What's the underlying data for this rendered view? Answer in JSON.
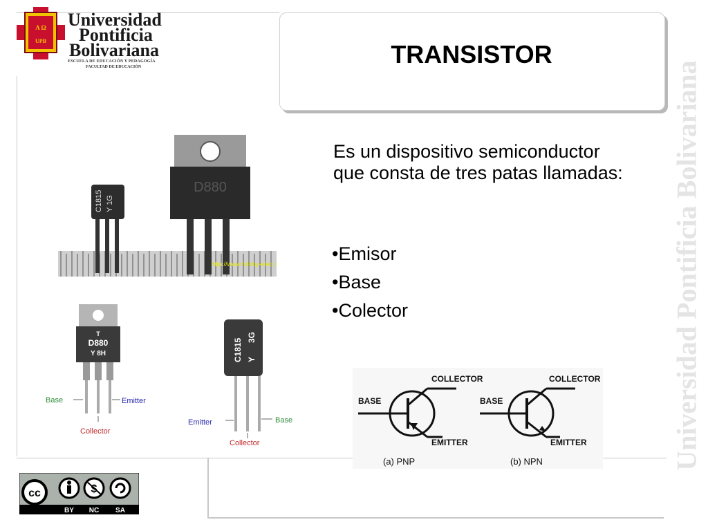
{
  "logo": {
    "line1": "Universidad",
    "line2": "Pontificia",
    "line3": "Bolivariana",
    "sub1": "ESCUELA DE EDUCACIÓN Y PEDAGOGÍA",
    "sub2": "FACULTAD DE EDUCACIÓN",
    "shield_top": "A Ω",
    "shield_bottom": "UPB"
  },
  "title": "TRANSISTOR",
  "watermark": "Universidad Pontificia Bolivariana",
  "description": "Es un dispositivo semiconductor que consta de tres patas llamadas:",
  "bullets": [
    "•Emisor",
    "•Base",
    "•Colector"
  ],
  "photo": {
    "small_marking_1": "C1815",
    "small_marking_2": "Y 1G",
    "large_marking": "D880",
    "url": "http://www.hobby-elec.org/"
  },
  "diagram1": {
    "marking_1": "T",
    "marking_2": "D880",
    "marking_3": "Y  8H",
    "base": "Base",
    "emitter": "Emitter",
    "collector": "Collector"
  },
  "diagram2": {
    "marking_1": "C1815",
    "marking_2": "3G",
    "marking_3": "Y",
    "emitter": "Emitter",
    "base": "Base",
    "collector": "Collector"
  },
  "symbols": {
    "collector": "COLLECTOR",
    "base": "BASE",
    "emitter": "EMITTER",
    "pnp_label": "(a)  PNP",
    "npn_label": "(b)  NPN"
  },
  "license": {
    "by": "BY",
    "nc": "NC",
    "sa": "SA",
    "cc": "cc"
  },
  "colors": {
    "green_label": "#2e8b3a",
    "blue_label": "#2a2ab0",
    "red_label": "#c0282a",
    "logo_red": "#c8102e",
    "logo_yellow": "#f2c200"
  }
}
